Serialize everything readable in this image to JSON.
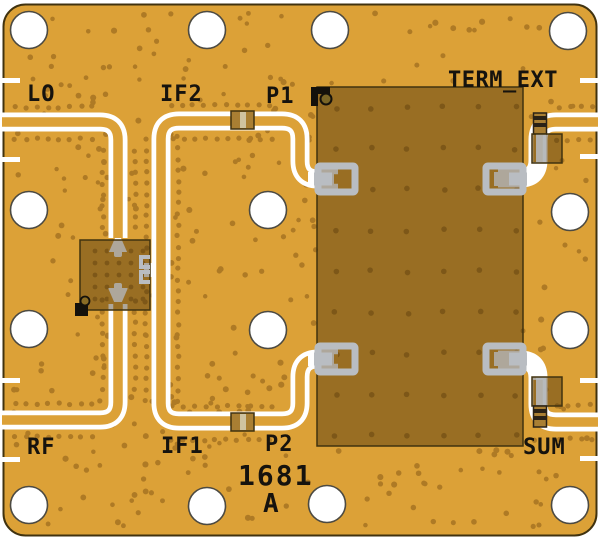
{
  "board": {
    "part_number": "1681",
    "revision": "A",
    "ports": {
      "lo": "LO",
      "if2": "IF2",
      "p1": "P1",
      "term_ext": "TERM_EXT",
      "rf": "RF",
      "if1": "IF1",
      "p2": "P2",
      "sum": "SUM"
    }
  },
  "colors": {
    "board_gold": "#dca137",
    "dot": "#ae7a25",
    "chip_fill": "rgba(52,36,6,0.40)",
    "chip_outline": "#40320f",
    "pad_gray": "#b9bdc2",
    "silk": "#16130e",
    "trace_white": "#ffffff",
    "hole_ring": "#4c4a42",
    "component_body": "#a97f33",
    "component_stripe": "#cfc3a0",
    "component_dark": "#2a2216"
  }
}
